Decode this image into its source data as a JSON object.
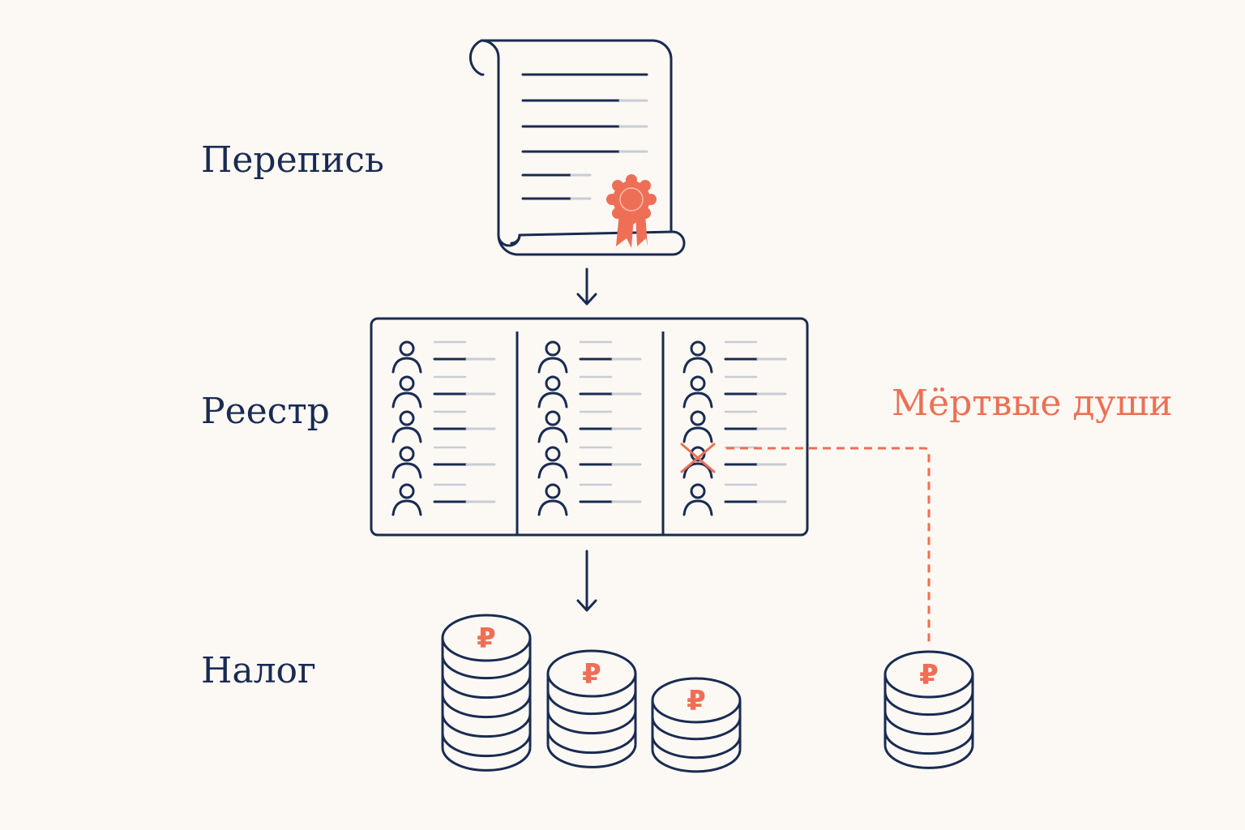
{
  "labels": {
    "census": "Перепись",
    "registry": "Реестр",
    "tax": "Налог",
    "dead_souls": "Мёртвые души"
  },
  "currency_symbol": "₽",
  "colors": {
    "background": "#fcf9f4",
    "navy": "#1a2b52",
    "accent": "#ee6f55",
    "line_gray": "#c9ccd4"
  },
  "icons": {
    "census": "scroll-icon",
    "seal": "wax-seal-icon",
    "person": "person-icon",
    "crossed_person": "crossed-out-person-icon",
    "coin_stack": "coin-stack-icon",
    "arrow": "arrow-down-icon"
  }
}
